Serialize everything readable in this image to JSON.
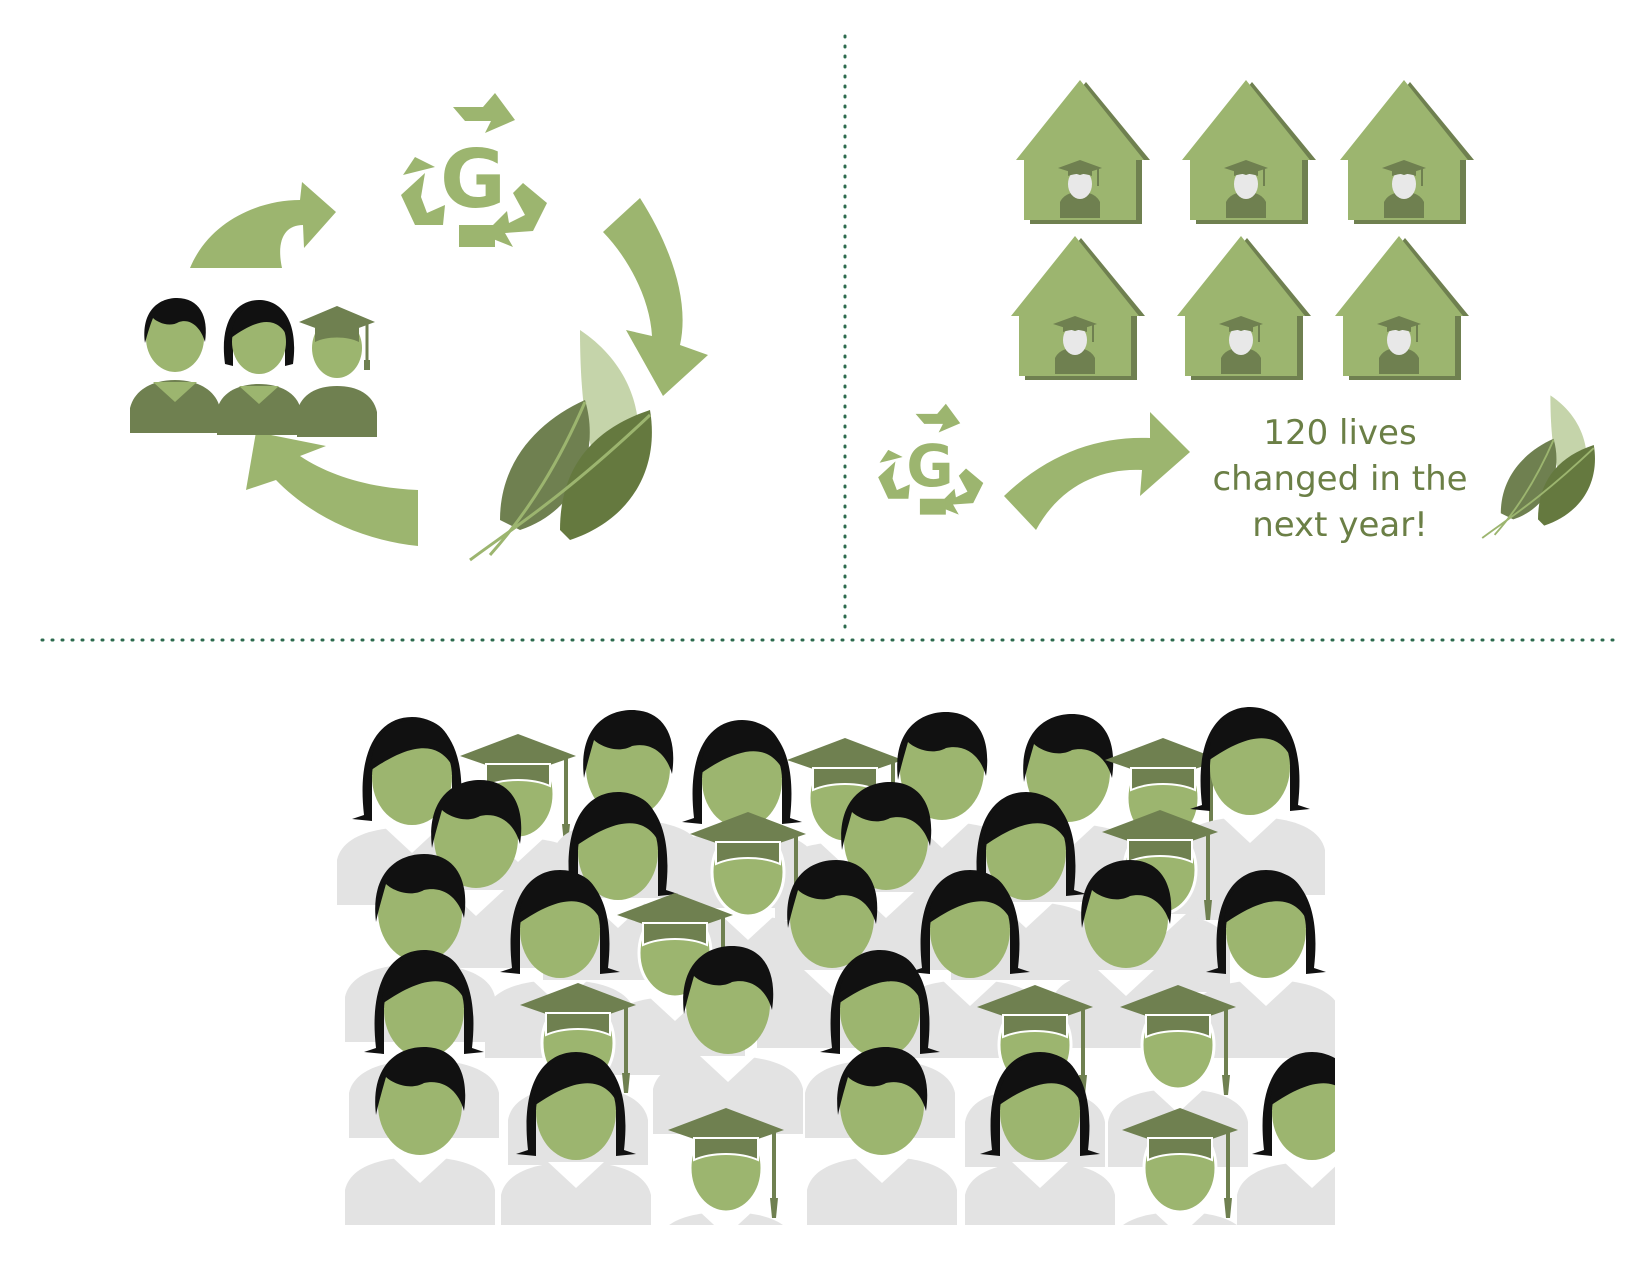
{
  "caption": {
    "line1": "120 lives",
    "line2": "changed in the",
    "line3": "next year!"
  },
  "logo": {
    "letter": "G"
  },
  "colors": {
    "light_green": "#9cb56f",
    "mid_green": "#6f8050",
    "dark_green": "#65793f",
    "pale_green": "#c5d4aa",
    "hair": "#111111",
    "robe": "#e3e3e3",
    "divider": "#2e6b4f"
  },
  "icons": {
    "cycle": [
      "recycle-logo-icon",
      "curved-arrow-icon",
      "leaves-icon",
      "people-icon"
    ],
    "flow": [
      "recycle-logo-icon",
      "curved-arrow-icon",
      "leaves-icon"
    ],
    "houses": "house-with-graduate-icon",
    "crowd": "graduate-crowd-icon"
  }
}
